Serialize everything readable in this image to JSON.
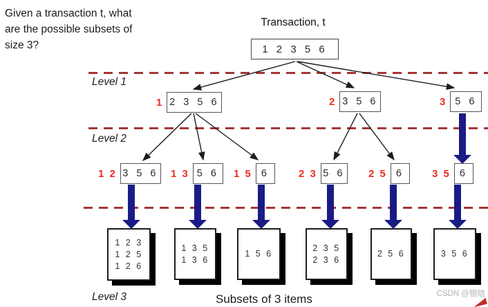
{
  "question": {
    "line1": "Given a transaction t, what",
    "line2": "are the possible subsets of",
    "line3": "size 3?"
  },
  "transaction": {
    "label": "Transaction, t",
    "items": "1 2 3 5 6"
  },
  "levels": {
    "level1": {
      "label": "Level 1",
      "nodes": [
        {
          "prefix": "1",
          "items": "2 3 5 6"
        },
        {
          "prefix": "2",
          "items": "3 5 6"
        },
        {
          "prefix": "3",
          "items": "5 6"
        }
      ]
    },
    "level2": {
      "label": "Level 2",
      "nodes": [
        {
          "prefix": "1 2",
          "items": "3 5 6"
        },
        {
          "prefix": "1 3",
          "items": "5 6"
        },
        {
          "prefix": "1 5",
          "items": "6"
        },
        {
          "prefix": "2 3",
          "items": "5 6"
        },
        {
          "prefix": "2 5",
          "items": "6"
        },
        {
          "prefix": "3 5",
          "items": "6"
        }
      ]
    },
    "level3": {
      "label": "Level 3",
      "boxes": [
        {
          "lines": [
            "1 2 3",
            "1 2 5",
            "1 2 6"
          ]
        },
        {
          "lines": [
            "1 3 5",
            "1 3 6"
          ]
        },
        {
          "lines": [
            "1 5 6"
          ]
        },
        {
          "lines": [
            "2 3 5",
            "2 3 6"
          ]
        },
        {
          "lines": [
            "2 5 6"
          ]
        },
        {
          "lines": [
            "3 5 6"
          ]
        }
      ]
    }
  },
  "footer": {
    "caption": "Subsets of 3 items"
  },
  "watermark": "CSDN @银晗",
  "colors": {
    "dashed_line": "#a33636",
    "prefix_red": "#ee2b22",
    "arrow_blue": "#1b1b86",
    "arrow_black": "#1d1d1d"
  }
}
